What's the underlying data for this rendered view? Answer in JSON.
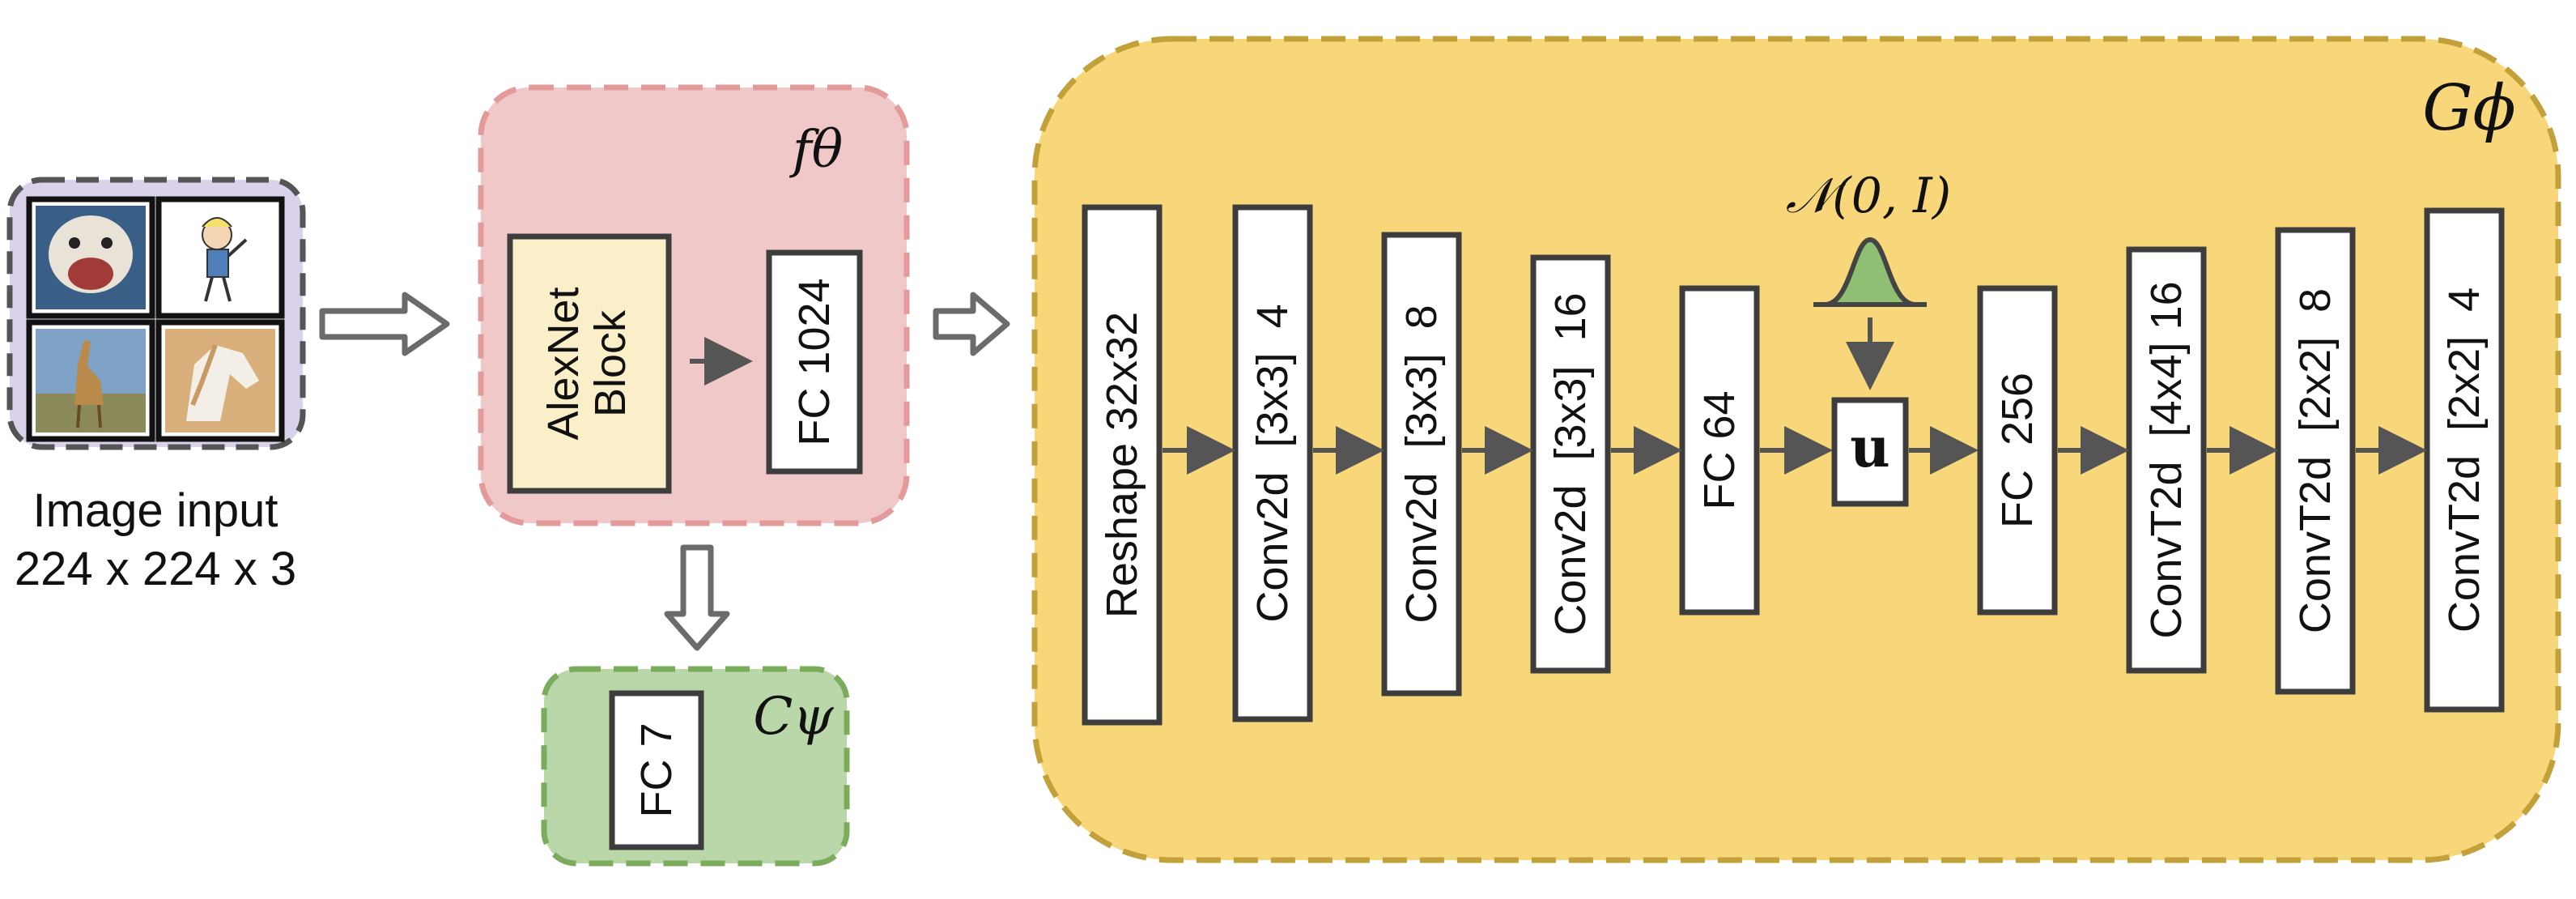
{
  "input": {
    "caption_line1": "Image input",
    "caption_line2": "224 x 224 x 3",
    "thumbnails": [
      "dog photo",
      "cartoon person",
      "giraffe photo",
      "horse painting"
    ]
  },
  "encoder": {
    "symbol": "fθ",
    "block1_line1": "AlexNet",
    "block1_line2": "Block",
    "block2": "FC 1024"
  },
  "classifier": {
    "symbol": "Cψ",
    "block": "FC 7"
  },
  "generator": {
    "symbol": "Gϕ",
    "noise_label": "𝒩(0, I)",
    "latent_label": "u",
    "layers_before": [
      {
        "label": "Reshape 32x32"
      },
      {
        "label": "Conv2d  [3x3]  4"
      },
      {
        "label": "Conv2d  [3x3]  8"
      },
      {
        "label": "Conv2d  [3x3]  16"
      },
      {
        "label": "FC 64"
      }
    ],
    "layers_after": [
      {
        "label": "FC  256"
      },
      {
        "label": "ConvT2d  [4x4] 16"
      },
      {
        "label": "ConvT2d  [2x2]  8"
      },
      {
        "label": "ConvT2d  [2x2]  4"
      }
    ]
  },
  "colors": {
    "input_bg": "#d9d2ea",
    "encoder_bg": "#f0c8c8",
    "encoder_border": "#e29a9a",
    "classifier_bg": "#b9d7a8",
    "classifier_border": "#7aac5c",
    "generator_bg": "#f8d77a",
    "generator_border": "#c2a03a",
    "alexnet_bg": "#fbefc9",
    "gaussian_fill": "#8fbf72"
  }
}
